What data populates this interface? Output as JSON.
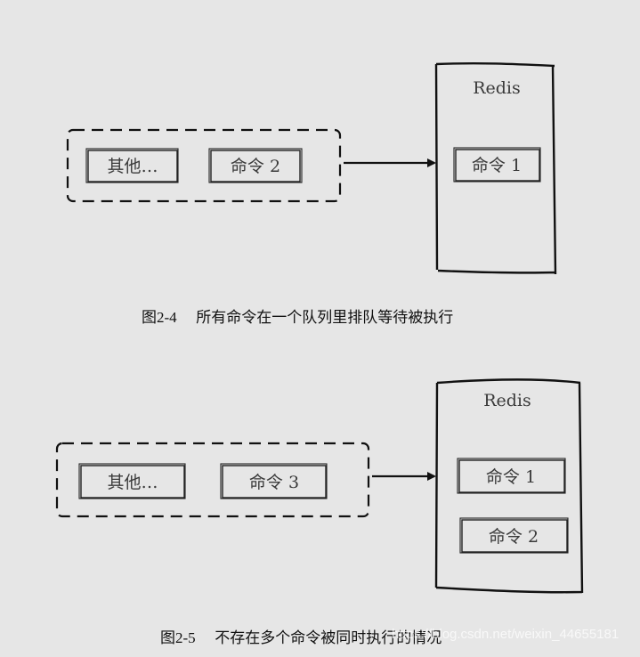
{
  "figure1": {
    "redis_title": "Redis",
    "queue_items": [
      "其他…",
      "命令 2"
    ],
    "redis_items": [
      "命令 1"
    ],
    "caption_num": "图2-4",
    "caption_text": "所有命令在一个队列里排队等待被执行"
  },
  "figure2": {
    "redis_title": "Redis",
    "queue_items": [
      "其他…",
      "命令 3"
    ],
    "redis_items": [
      "命令 1",
      "命令 2"
    ],
    "caption_num": "图2-5",
    "caption_text": "不存在多个命令被同时执行的情况"
  },
  "watermark": "https://blog.csdn.net/weixin_44655181",
  "colors": {
    "background": "#e6e6e6",
    "stroke": "#111111",
    "text": "#3a3a3a"
  }
}
